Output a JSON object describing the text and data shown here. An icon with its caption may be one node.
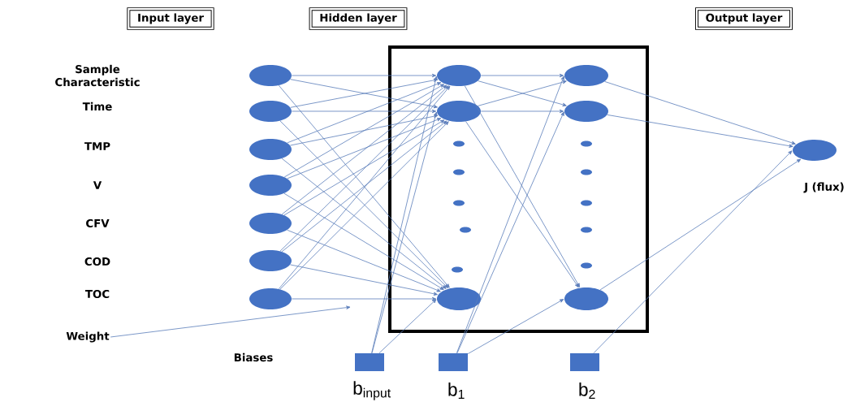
{
  "diagram": {
    "nodes": [
      {
        "text": [
          "Input layer"
        ]
      },
      {
        "text": [
          "Hidden layer"
        ]
      },
      {
        "text": [
          "Output layer"
        ]
      },
      {
        "text": [],
        "shape": "circle"
      },
      {
        "text": [],
        "shape": "circle"
      },
      {
        "text": [],
        "shape": "circle"
      },
      {
        "text": [],
        "shape": "circle"
      },
      {
        "text": [],
        "shape": "circle"
      },
      {
        "text": [],
        "shape": "circle"
      },
      {
        "text": [],
        "shape": "circle"
      },
      {
        "text": [],
        "shape": "box"
      },
      {
        "text": [],
        "shape": "circle",
        "in": 10
      },
      {
        "text": [],
        "shape": "circle",
        "in": 10
      },
      {
        "text": [],
        "shape": "circle",
        "in": 10
      },
      {
        "text": [],
        "shape": "circle",
        "in": 10
      },
      {
        "text": [],
        "shape": "circle",
        "in": 10
      },
      {
        "text": [],
        "shape": "circle",
        "in": 10
      },
      {
        "text": [],
        "shape": "circle",
        "in": 10
      },
      {
        "text": [],
        "shape": "circle",
        "in": 10
      },
      {
        "text": [],
        "shape": "circle",
        "in": 10
      },
      {
        "text": [],
        "shape": "circle",
        "in": 10
      },
      {
        "text": [],
        "shape": "circle",
        "in": 10
      },
      {
        "text": [],
        "shape": "circle",
        "in": 10
      },
      {
        "text": [],
        "shape": "circle",
        "in": 10
      },
      {
        "text": [],
        "shape": "circle",
        "in": 10
      },
      {
        "text": [],
        "shape": "circle",
        "in": 10
      },
      {
        "text": [],
        "shape": "circle",
        "in": 10
      },
      {
        "text": [],
        "shape": "circle",
        "beside": [
          "J (flux)"
        ]
      },
      {
        "text": [
          "Weight"
        ]
      },
      {
        "text": [],
        "shape": "box",
        "beside": [
          "b$_{input}$"
        ]
      },
      {
        "text": [],
        "shape": "box",
        "beside": [
          "b$_{1}$"
        ]
      },
      {
        "text": [],
        "shape": "box",
        "beside": [
          "b$_{2}$"
        ]
      }
    ],
    "edges": [
      {
        "from": 3,
        "to": 11,
        "arrow": "to"
      },
      {
        "from": 3,
        "to": 12,
        "arrow": "to"
      },
      {
        "from": 3,
        "to": 18,
        "arrow": "to"
      },
      {
        "from": 4,
        "to": 11,
        "arrow": "to"
      },
      {
        "from": 4,
        "to": 12,
        "arrow": "to"
      },
      {
        "from": 4,
        "to": 18,
        "arrow": "to"
      },
      {
        "from": 5,
        "to": 11,
        "arrow": "to"
      },
      {
        "from": 5,
        "to": 12,
        "arrow": "to"
      },
      {
        "from": 5,
        "to": 18,
        "arrow": "to"
      },
      {
        "from": 6,
        "to": 11,
        "arrow": "to"
      },
      {
        "from": 6,
        "to": 12,
        "arrow": "to"
      },
      {
        "from": 6,
        "to": 18,
        "arrow": "to"
      },
      {
        "from": 7,
        "to": 11,
        "arrow": "to"
      },
      {
        "from": 7,
        "to": 12,
        "arrow": "to"
      },
      {
        "from": 7,
        "to": 18,
        "arrow": "to"
      },
      {
        "from": 8,
        "to": 11,
        "arrow": "to"
      },
      {
        "from": 8,
        "to": 12,
        "arrow": "to"
      },
      {
        "from": 8,
        "to": 18,
        "arrow": "to"
      },
      {
        "from": 9,
        "to": 11,
        "arrow": "to"
      },
      {
        "from": 9,
        "to": 12,
        "arrow": "to"
      },
      {
        "from": 9,
        "to": 18,
        "arrow": "to"
      },
      {
        "from": 11,
        "to": 19,
        "arrow": "to"
      },
      {
        "from": 11,
        "to": 20,
        "arrow": "to"
      },
      {
        "from": 11,
        "to": 26,
        "arrow": "to"
      },
      {
        "from": 12,
        "to": 19,
        "arrow": "to"
      },
      {
        "from": 12,
        "to": 20,
        "arrow": "to"
      },
      {
        "from": 12,
        "to": 26,
        "arrow": "to"
      },
      {
        "from": 29,
        "to": 11,
        "arrow": "to"
      },
      {
        "from": 29,
        "to": 12,
        "arrow": "to"
      },
      {
        "from": 29,
        "to": 18,
        "arrow": "to"
      },
      {
        "from": 30,
        "to": 19,
        "arrow": "to"
      },
      {
        "from": 30,
        "to": 20,
        "arrow": "to"
      },
      {
        "from": 30,
        "to": 26,
        "arrow": "to"
      },
      {
        "from": 19,
        "to": 27,
        "arrow": "to"
      },
      {
        "from": 20,
        "to": 27,
        "arrow": "to"
      },
      {
        "from": 26,
        "to": 27,
        "arrow": "to"
      },
      {
        "from": 31,
        "to": 27,
        "arrow": "to"
      },
      {
        "from": 28,
        "to": null,
        "arrow": "to"
      }
    ],
    "labels": [
      "Sample Characteristic",
      "Time",
      "TMP",
      "V",
      "CFV",
      "COD",
      "TOC",
      "Biases"
    ]
  }
}
